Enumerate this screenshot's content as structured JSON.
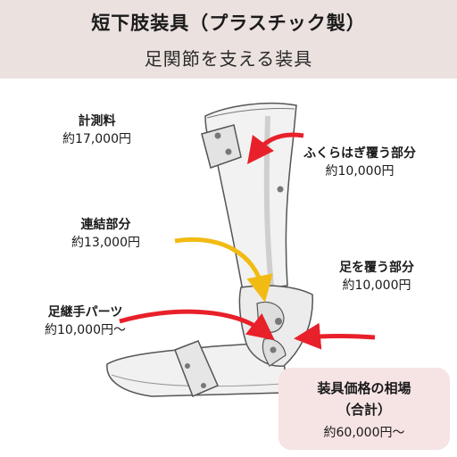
{
  "header": {
    "title": "短下肢装具（プラスチック製）",
    "subtitle": "足関節を支える装具"
  },
  "labels": {
    "measurement": {
      "name": "計測料",
      "price": "約17,000円"
    },
    "calf_cover": {
      "name": "ふくらはぎ覆う部分",
      "price": "約10,000円"
    },
    "connector": {
      "name": "連結部分",
      "price": "約13,000円"
    },
    "foot_cover": {
      "name": "足を覆う部分",
      "price": "約10,000円"
    },
    "ankle_joint": {
      "name": "足継手パーツ",
      "price": "約10,000円〜"
    }
  },
  "summary": {
    "line1": "装具価格の相場",
    "line2": "（合計）",
    "line3": "約60,000円〜"
  },
  "colors": {
    "header_bg": "#ebe1df",
    "arrow_red": "#e8202a",
    "arrow_yellow": "#f2bb14",
    "summary_bg": "#f6e3e4"
  },
  "icons": [
    "brace-illustration",
    "arrow-icon"
  ]
}
